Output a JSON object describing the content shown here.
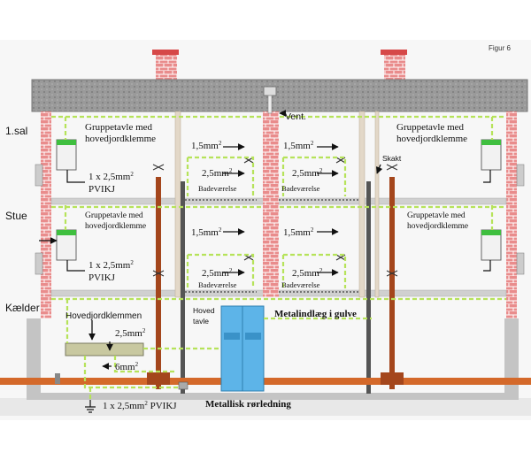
{
  "figure_label": "Figur 6",
  "floors": {
    "first": "1.sal",
    "ground": "Stue",
    "basement": "Kælder"
  },
  "labels": {
    "vent": "Vent.",
    "skakt": "Skakt",
    "group_panel_line1": "Gruppetavle med",
    "group_panel_line2": "hovedjordklemme",
    "cable_1x25": "1 x 2,5mm",
    "pvikj": "PVIKJ",
    "size_15": "1,5mm",
    "size_25": "2,5mm",
    "size_6": "6mm",
    "sq": "2",
    "bathroom": "Badeværelse",
    "main_panel_line1": "Hoved",
    "main_panel_line2": "tavle",
    "floor_inlay": "Metalindlæg i gulve",
    "main_earth_clamp": "Hovedjordklemmen",
    "metal_pipe": "Metallisk rørledning",
    "earth_cable": "1 x 2,5mm",
    "earth_cable_suffix": " PVIKJ"
  },
  "colors": {
    "brick": "#e98c8c",
    "mortar": "#ffffff",
    "chimney": "#d64848",
    "roof": "#9a9a9a",
    "wall": "#c4c4c4",
    "slab": "#d0d0d0",
    "ground": "#e8e8e8",
    "pipe_orange": "#d4692a",
    "pipe_rust": "#a4461c",
    "cabinet": "#5db4e8",
    "earth_wire": "#b6e35a",
    "panel_top": "#3fbf3f"
  }
}
